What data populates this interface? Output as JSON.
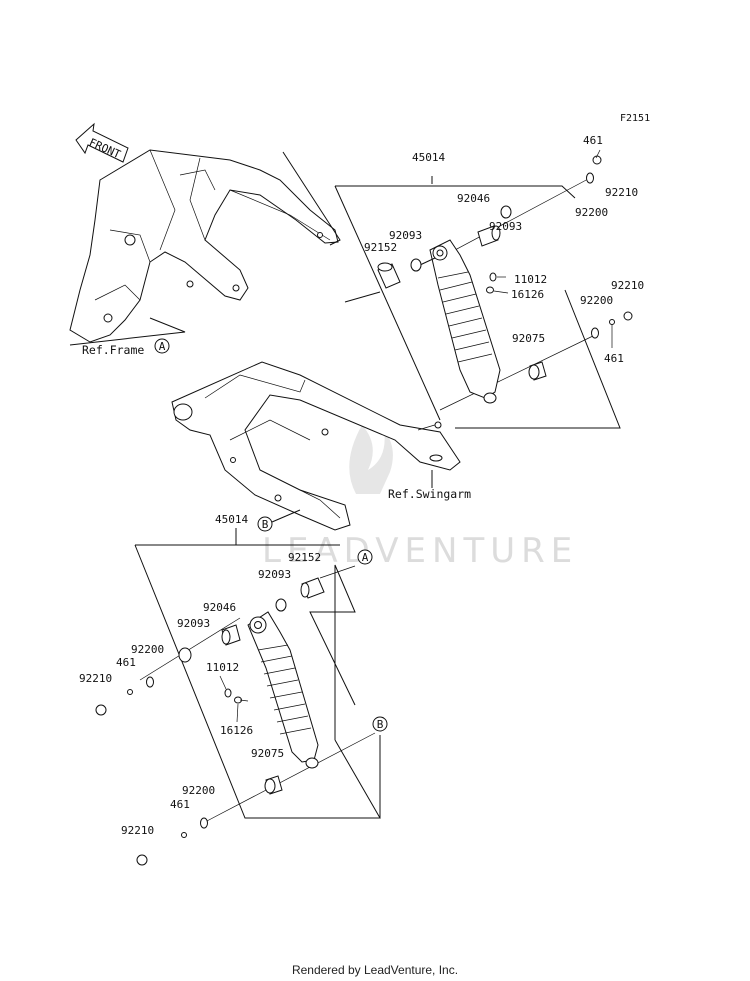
{
  "figure_code": "F2151",
  "front_arrow_label": "FRONT",
  "ref_frame": "Ref.Frame",
  "ref_swingarm": "Ref.Swingarm",
  "callouts": {
    "a": "A",
    "b": "B"
  },
  "watermark": "LEADVENTURE",
  "footer": "Rendered by LeadVenture, Inc.",
  "upper_shock_labels": {
    "p45014": "45014",
    "p461_top": "461",
    "p92210_top": "92210",
    "p92200_top": "92200",
    "p92046": "92046",
    "p92093_right": "92093",
    "p92093_left": "92093",
    "p92152": "92152",
    "p11012": "11012",
    "p16126": "16126",
    "p92210_right": "92210",
    "p92200_right": "92200",
    "p92075": "92075",
    "p461_right": "461"
  },
  "lower_shock_labels": {
    "p45014": "45014",
    "p92152": "92152",
    "p92093_top": "92093",
    "p92046": "92046",
    "p92093_left": "92093",
    "p92200_top": "92200",
    "p461_top": "461",
    "p92210_top": "92210",
    "p11012": "11012",
    "p16126": "16126",
    "p92075": "92075",
    "p92200_bottom": "92200",
    "p461_bottom": "461",
    "p92210_bottom": "92210"
  }
}
